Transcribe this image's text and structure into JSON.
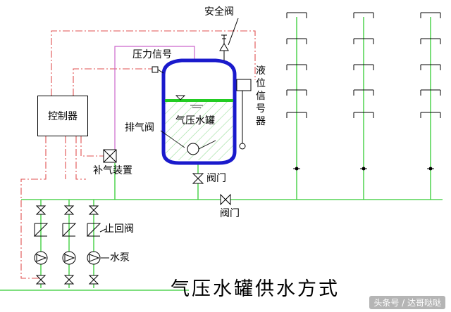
{
  "labels": {
    "safety_valve": "安全阀",
    "pressure_signal": "压力信号",
    "level_signal": "液位信号器",
    "controller": "控制器",
    "exhaust_valve": "排气阀",
    "tank": "气压水罐",
    "air_supply": "补气装置",
    "tank_valve": "阀门",
    "main_valve": "阀门",
    "check_valve": "止回阀",
    "pump": "水泵"
  },
  "title": "气压水罐供水方式",
  "watermark": "头条号 / 达哥哒哒",
  "colors": {
    "water_pipe": "#33cc33",
    "water_level": "#22cc22",
    "signal_line": "#e05050",
    "air_line": "#cc66cc",
    "tank_outline": "#1a1acc",
    "hatch": "#99dd99"
  }
}
